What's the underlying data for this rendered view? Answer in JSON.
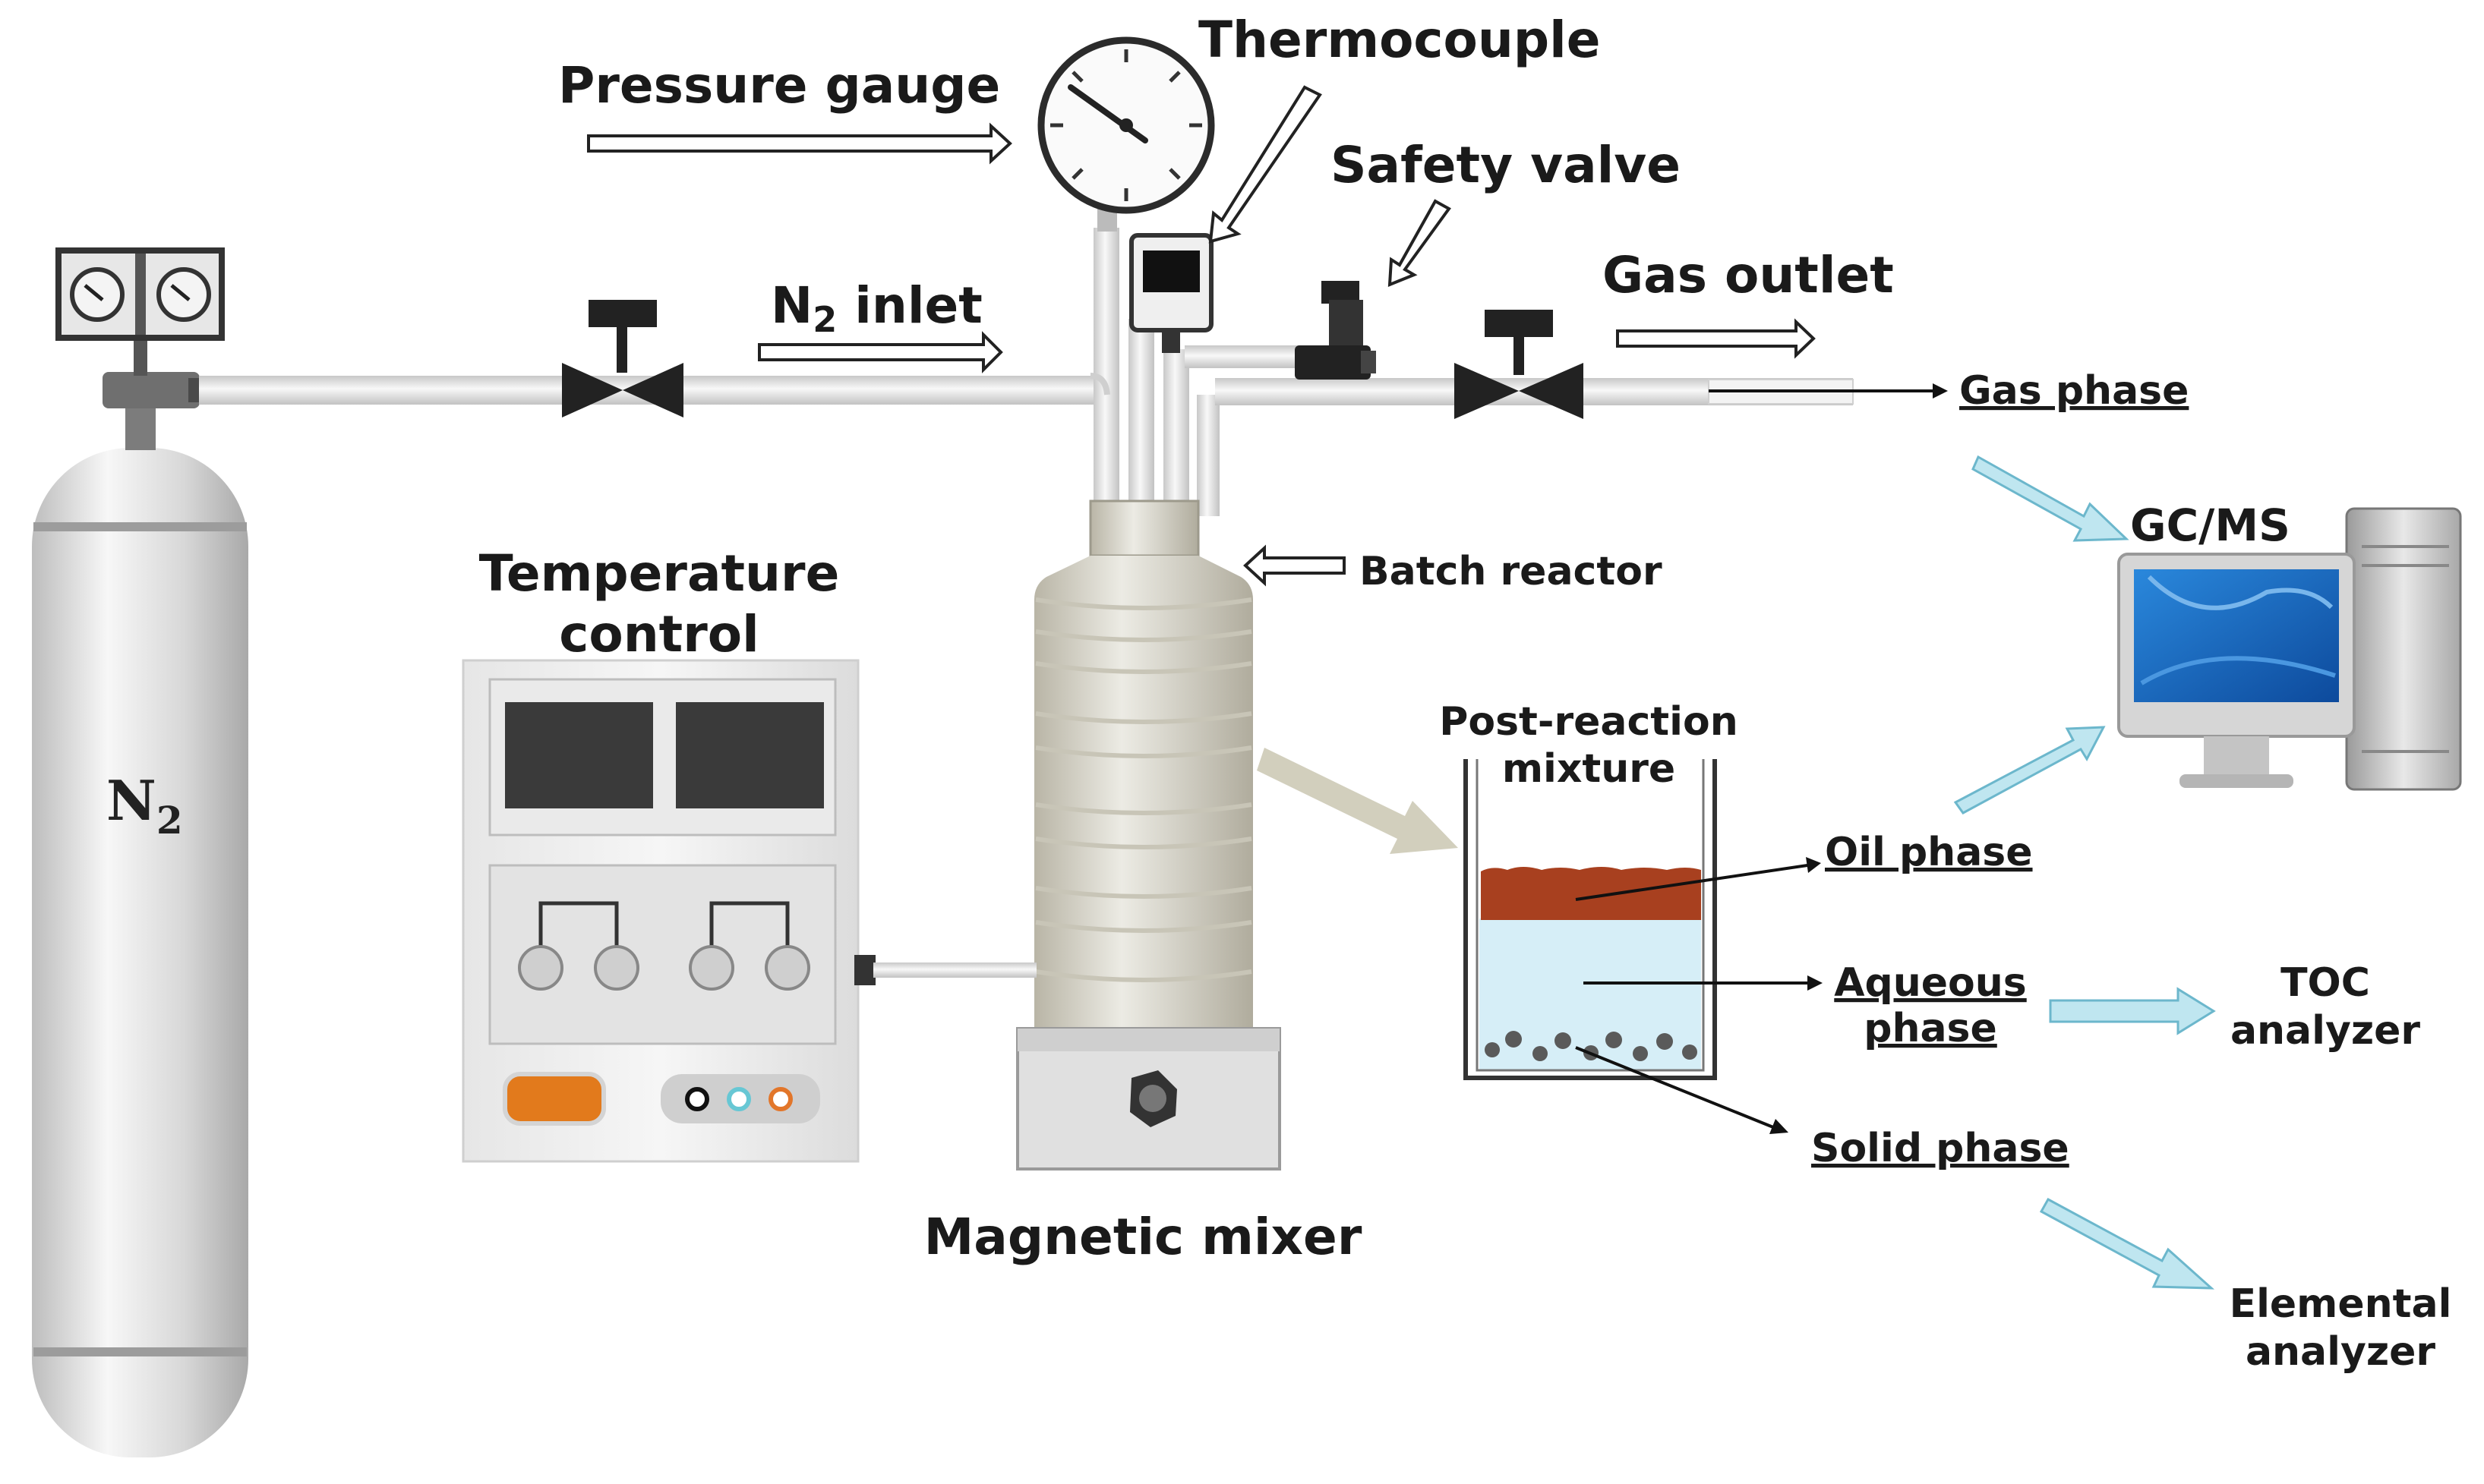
{
  "labels": {
    "pressure_gauge": "Pressure gauge",
    "thermocouple": "Thermocouple",
    "safety_valve": "Safety valve",
    "gas_outlet": "Gas outlet",
    "n2_inlet_n": "N",
    "n2_inlet_sub": "2",
    "n2_inlet_rest": " inlet",
    "gas_phase": "Gas phase",
    "gcms": "GC/MS",
    "temperature_control_line1": "Temperature",
    "temperature_control_line2": "control",
    "batch_reactor": "Batch reactor",
    "post_reaction_line1": "Post-reaction",
    "post_reaction_line2": "mixture",
    "oil_phase": "Oil phase",
    "aqueous_phase_line1": "Aqueous",
    "aqueous_phase_line2": "phase",
    "solid_phase": "Solid phase",
    "toc_line1": "TOC",
    "toc_line2": "analyzer",
    "elemental_line1": "Elemental",
    "elemental_line2": "analyzer",
    "magnetic_mixer": "Magnetic mixer",
    "cylinder_n": "N",
    "cylinder_sub": "2"
  },
  "colors": {
    "pipe": "#e4e4e4",
    "pipe_edge": "#b8b8b8",
    "steel": "#d9d9d9",
    "oil": "#a8401f",
    "aqueous": "#d6eef7",
    "arrow_blue": "#bfe6f0",
    "arrow_blue_edge": "#6cb7cc",
    "arrow_khaki": "#d2cfbd",
    "knob_orange": "#e27a1c",
    "screen_blue": "#1f73c9"
  }
}
